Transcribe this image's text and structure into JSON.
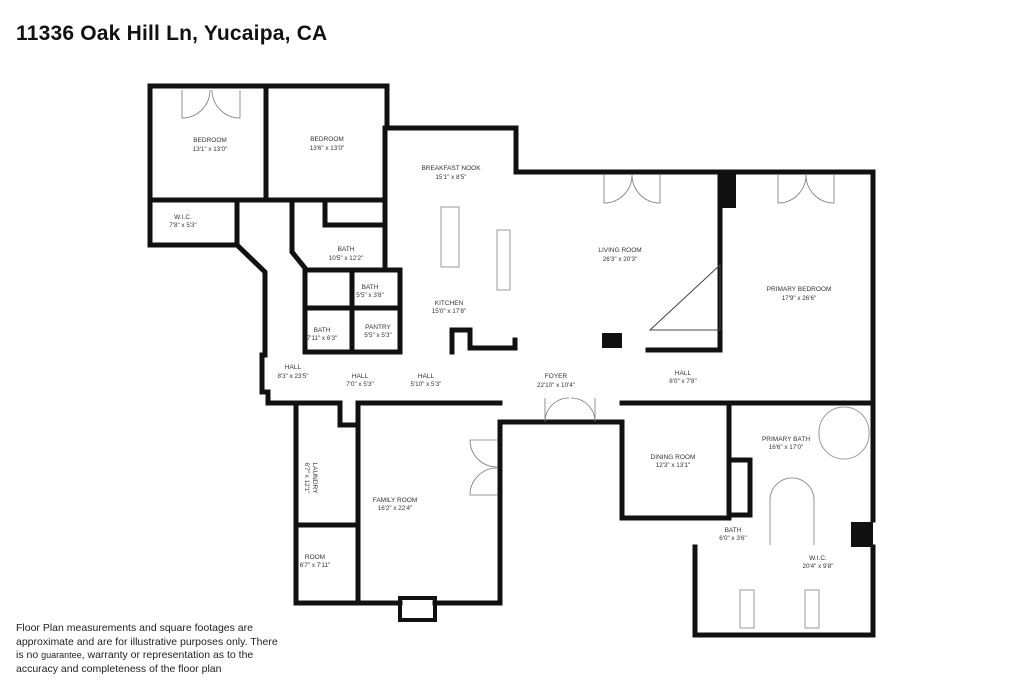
{
  "title": "11336 Oak Hill Ln, Yucaipa, CA",
  "disclaimer": {
    "part1": "Floor Plan measurements and square footages are approximate and are for illustrative purposes only. There is no ",
    "guarantee": "guarantee",
    "part2": ", warranty or representation as to the accuracy and completeness of the floor plan"
  },
  "rooms": [
    {
      "name": "BEDROOM",
      "size": "13'1\" x 13'0\""
    },
    {
      "name": "BEDROOM",
      "size": "13'6\" x 13'0\""
    },
    {
      "name": "W.I.C.",
      "size": "7'8\" x 5'3\""
    },
    {
      "name": "BREAKFAST NOOK",
      "size": "15'1\" x 8'5\""
    },
    {
      "name": "BATH",
      "size": "10'5\" x 12'2\""
    },
    {
      "name": "BATH",
      "size": "5'5\" x 3'8\""
    },
    {
      "name": "KITCHEN",
      "size": "15'0\" x 17'8\""
    },
    {
      "name": "BATH",
      "size": "7'11\" x 6'3\""
    },
    {
      "name": "PANTRY",
      "size": "5'5\" x 5'3\""
    },
    {
      "name": "LIVING ROOM",
      "size": "26'3\" x 20'3\""
    },
    {
      "name": "PRIMARY BEDROOM",
      "size": "17'9\" x 26'6\""
    },
    {
      "name": "HALL",
      "size": "8'3\" x 23'5\""
    },
    {
      "name": "HALL",
      "size": "7'0\" x 5'3\""
    },
    {
      "name": "HALL",
      "size": "5'10\" x 5'3\""
    },
    {
      "name": "FOYER",
      "size": "22'10\" x 10'4\""
    },
    {
      "name": "HALL",
      "size": "8'0\" x 7'8\""
    },
    {
      "name": "DINING ROOM",
      "size": "12'3\" x 13'1\""
    },
    {
      "name": "PRIMARY BATH",
      "size": "16'6\" x 17'0\""
    },
    {
      "name": "LAUNDRY",
      "size": "6'7\" x 12'1\""
    },
    {
      "name": "FAMILY ROOM",
      "size": "16'2\" x 22'4\""
    },
    {
      "name": "ROOM",
      "size": "6'7\" x 7'11\""
    },
    {
      "name": "BATH",
      "size": "6'0\" x 3'6\""
    },
    {
      "name": "W.I.C.",
      "size": "20'4\" x 9'8\""
    }
  ]
}
